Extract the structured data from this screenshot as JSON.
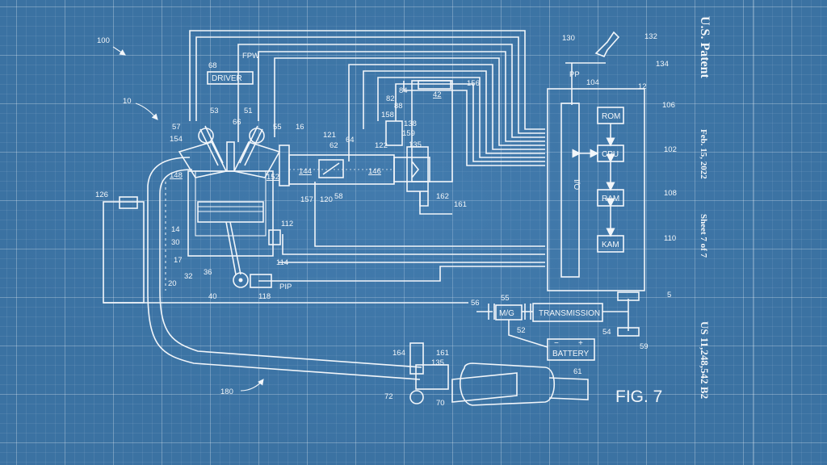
{
  "header": {
    "patent": "U.S. Patent",
    "date": "Feb. 15, 2022",
    "sheet": "Sheet 7 of 7",
    "number": "US 11,248,542 B2"
  },
  "figure_label": "FIG. 7",
  "colors": {
    "background": "#3b72a2",
    "ink": "#f2f6fa"
  },
  "boxes": {
    "driver": "DRIVER",
    "rom": "ROM",
    "cpu": "CPU",
    "ram": "RAM",
    "kam": "KAM",
    "io": "I/O",
    "transmission": "TRANSMISSION",
    "battery": "BATTERY",
    "mg": "M/G",
    "battery_plus": "+",
    "battery_minus": "−"
  },
  "signals": {
    "fpw": "FPW",
    "pp": "PP",
    "pip": "PIP"
  },
  "refs": {
    "r100": "100",
    "r10": "10",
    "r68": "68",
    "r57": "57",
    "r53": "53",
    "r51": "51",
    "r66": "66",
    "r55": "55",
    "r16": "16",
    "r154": "154",
    "r148": "148",
    "r152": "152",
    "r121": "121",
    "r62": "62",
    "r64": "64",
    "r144": "144",
    "r146": "146",
    "r122": "122",
    "r157": "157",
    "r120": "120",
    "r58": "58",
    "r126": "126",
    "r14": "14",
    "r30": "30",
    "r17": "17",
    "r20": "20",
    "r32": "32",
    "r36": "36",
    "r40": "40",
    "r118": "118",
    "r112": "112",
    "r114": "114",
    "r158": "158",
    "r82": "82",
    "r88": "88",
    "r84": "84",
    "r42": "42",
    "r156": "156",
    "r138": "138",
    "r159": "159",
    "r135": "135",
    "r162": "162",
    "r161": "161",
    "r130": "130",
    "r132": "132",
    "r134": "134",
    "r104": "104",
    "r12": "12",
    "r106": "106",
    "r102": "102",
    "r108": "108",
    "r110": "110",
    "r5": "5",
    "r56": "56",
    "r55b": "55",
    "r52": "52",
    "r54": "54",
    "r59": "59",
    "r61": "61",
    "r164": "164",
    "r161b": "161",
    "r135b": "135",
    "r72": "72",
    "r70": "70",
    "r180": "180"
  }
}
